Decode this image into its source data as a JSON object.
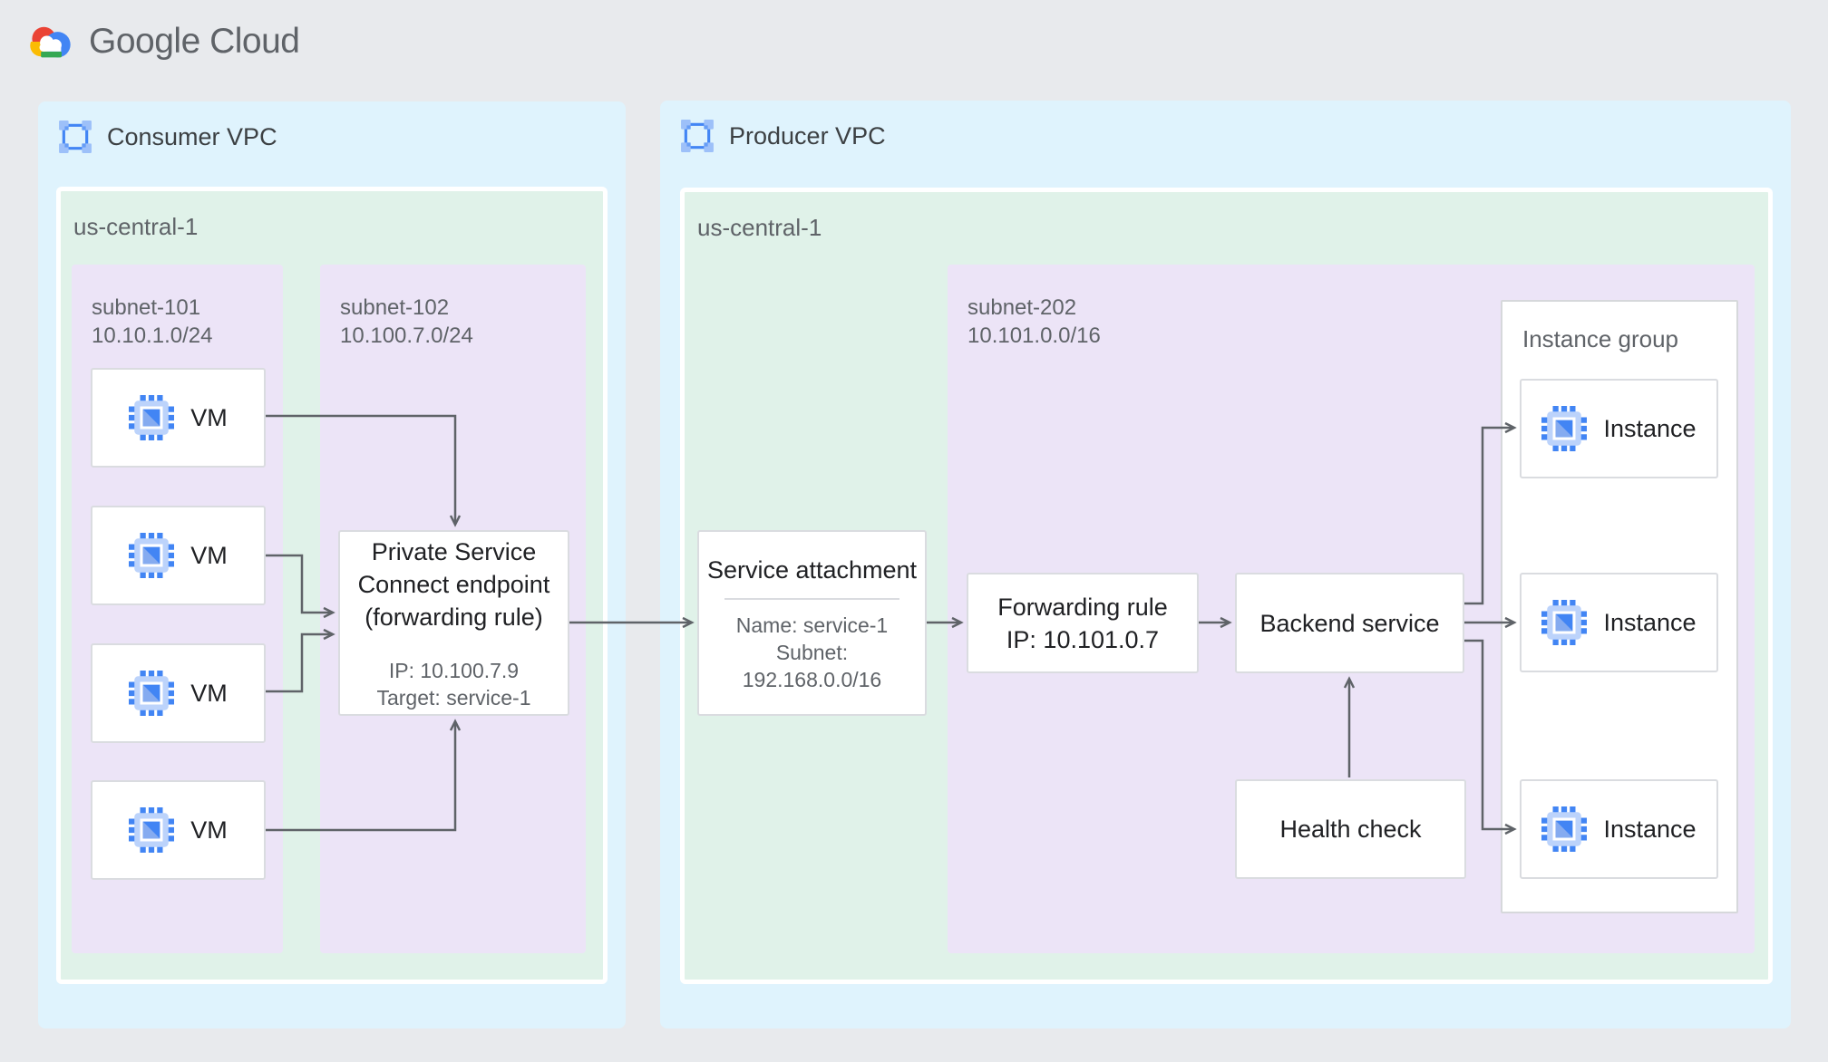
{
  "logo": {
    "text": "Google Cloud"
  },
  "colors": {
    "canvas_gray": "#e8eaed",
    "vpc_blue": "#dff3fd",
    "region_green": "#e0f2e9",
    "subnet_purple": "#ece4f7",
    "node_border": "#dadce0",
    "arrow_gray": "#5f6368",
    "accent_blue": "#4285f4",
    "title_text": "#202124",
    "muted_text": "#5f6368"
  },
  "consumer_vpc": {
    "label": "Consumer VPC",
    "region_label": "us-central-1",
    "subnet_101": {
      "name": "subnet-101",
      "cidr": "10.10.1.0/24",
      "vms": [
        {
          "label": "VM"
        },
        {
          "label": "VM"
        },
        {
          "label": "VM"
        },
        {
          "label": "VM"
        }
      ]
    },
    "subnet_102": {
      "name": "subnet-102",
      "cidr": "10.100.7.0/24",
      "psc_endpoint": {
        "title_line1": "Private Service",
        "title_line2": "Connect endpoint",
        "title_line3": "(forwarding rule)",
        "detail_ip": "IP: 10.100.7.9",
        "detail_target": "Target: service-1"
      }
    }
  },
  "producer_vpc": {
    "label": "Producer VPC",
    "region_label": "us-central-1",
    "service_attachment": {
      "title": "Service attachment",
      "detail_name": "Name: service-1",
      "detail_subnet_label": "Subnet:",
      "detail_subnet_cidr": "192.168.0.0/16"
    },
    "subnet_202": {
      "name": "subnet-202",
      "cidr": "10.101.0.0/16",
      "forwarding_rule": {
        "title": "Forwarding rule",
        "detail_ip": "IP: 10.101.0.7"
      },
      "backend_service": {
        "title": "Backend service"
      },
      "health_check": {
        "title": "Health check"
      },
      "instance_group": {
        "label": "Instance group",
        "instances": [
          {
            "label": "Instance"
          },
          {
            "label": "Instance"
          },
          {
            "label": "Instance"
          }
        ]
      }
    }
  }
}
